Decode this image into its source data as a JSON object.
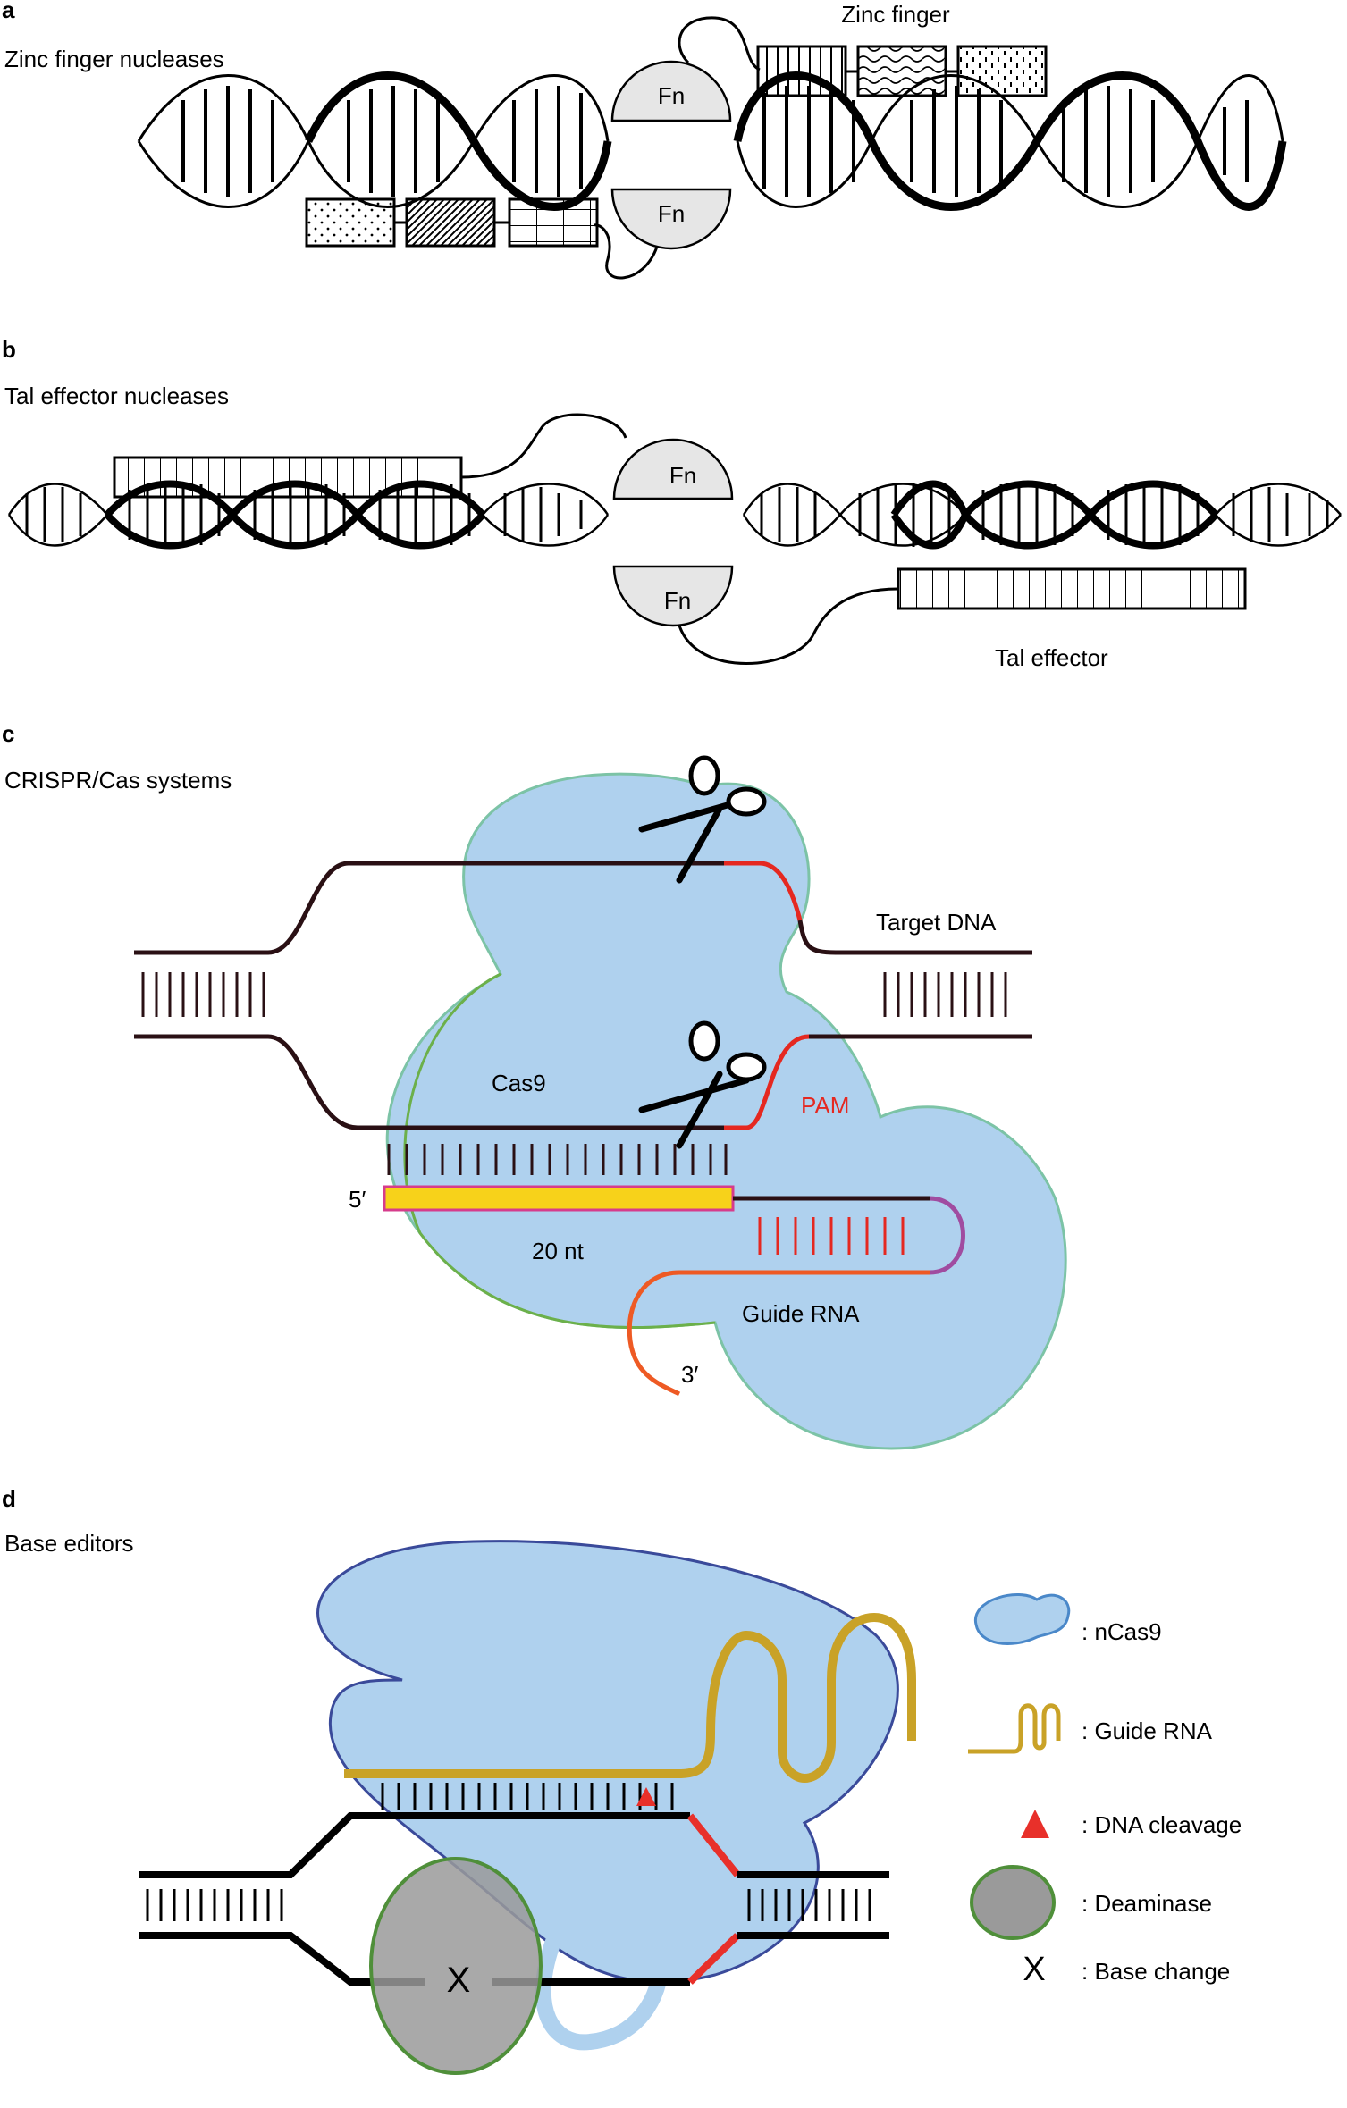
{
  "panels": {
    "a": {
      "letter": "a",
      "title": "Zinc finger nucleases",
      "zinc_finger": "Zinc finger",
      "fn_top": "Fn",
      "fn_bottom": "Fn"
    },
    "b": {
      "letter": "b",
      "title": "Tal effector nucleases",
      "fn_top": "Fn",
      "fn_bottom": "Fn",
      "tal_effector": "Tal effector"
    },
    "c": {
      "letter": "c",
      "title": "CRISPR/Cas systems",
      "target_dna": "Target DNA",
      "cas9": "Cas9",
      "pam": "PAM",
      "five_prime": "5′",
      "twenty_nt": "20 nt",
      "guide_rna": "Guide RNA",
      "three_prime": "3′"
    },
    "d": {
      "letter": "d",
      "title": "Base editors",
      "x_mark": "X"
    }
  },
  "legend": {
    "ncas9": ": nCas9",
    "guide_rna": ": Guide RNA",
    "dna_cleavage": ": DNA cleavage",
    "deaminase": ": Deaminase",
    "base_change_symbol": "X",
    "base_change": ": Base change"
  },
  "colors": {
    "cas_blue": "#afd1ee",
    "cas_outline": "#7cc3a6",
    "guide_gold": "#c9a227",
    "cleavage_red": "#e8302a",
    "deaminase_gray": "#9a9a9a",
    "deaminase_outline": "#4f8f3a",
    "spacer_yellow": "#f7d21a",
    "spacer_border": "#d63c8c",
    "fn_gray": "#e6e6e6",
    "pam_red": "#e52820",
    "rna_orange": "#ee5a24",
    "loop_purple": "#a04ca0"
  }
}
